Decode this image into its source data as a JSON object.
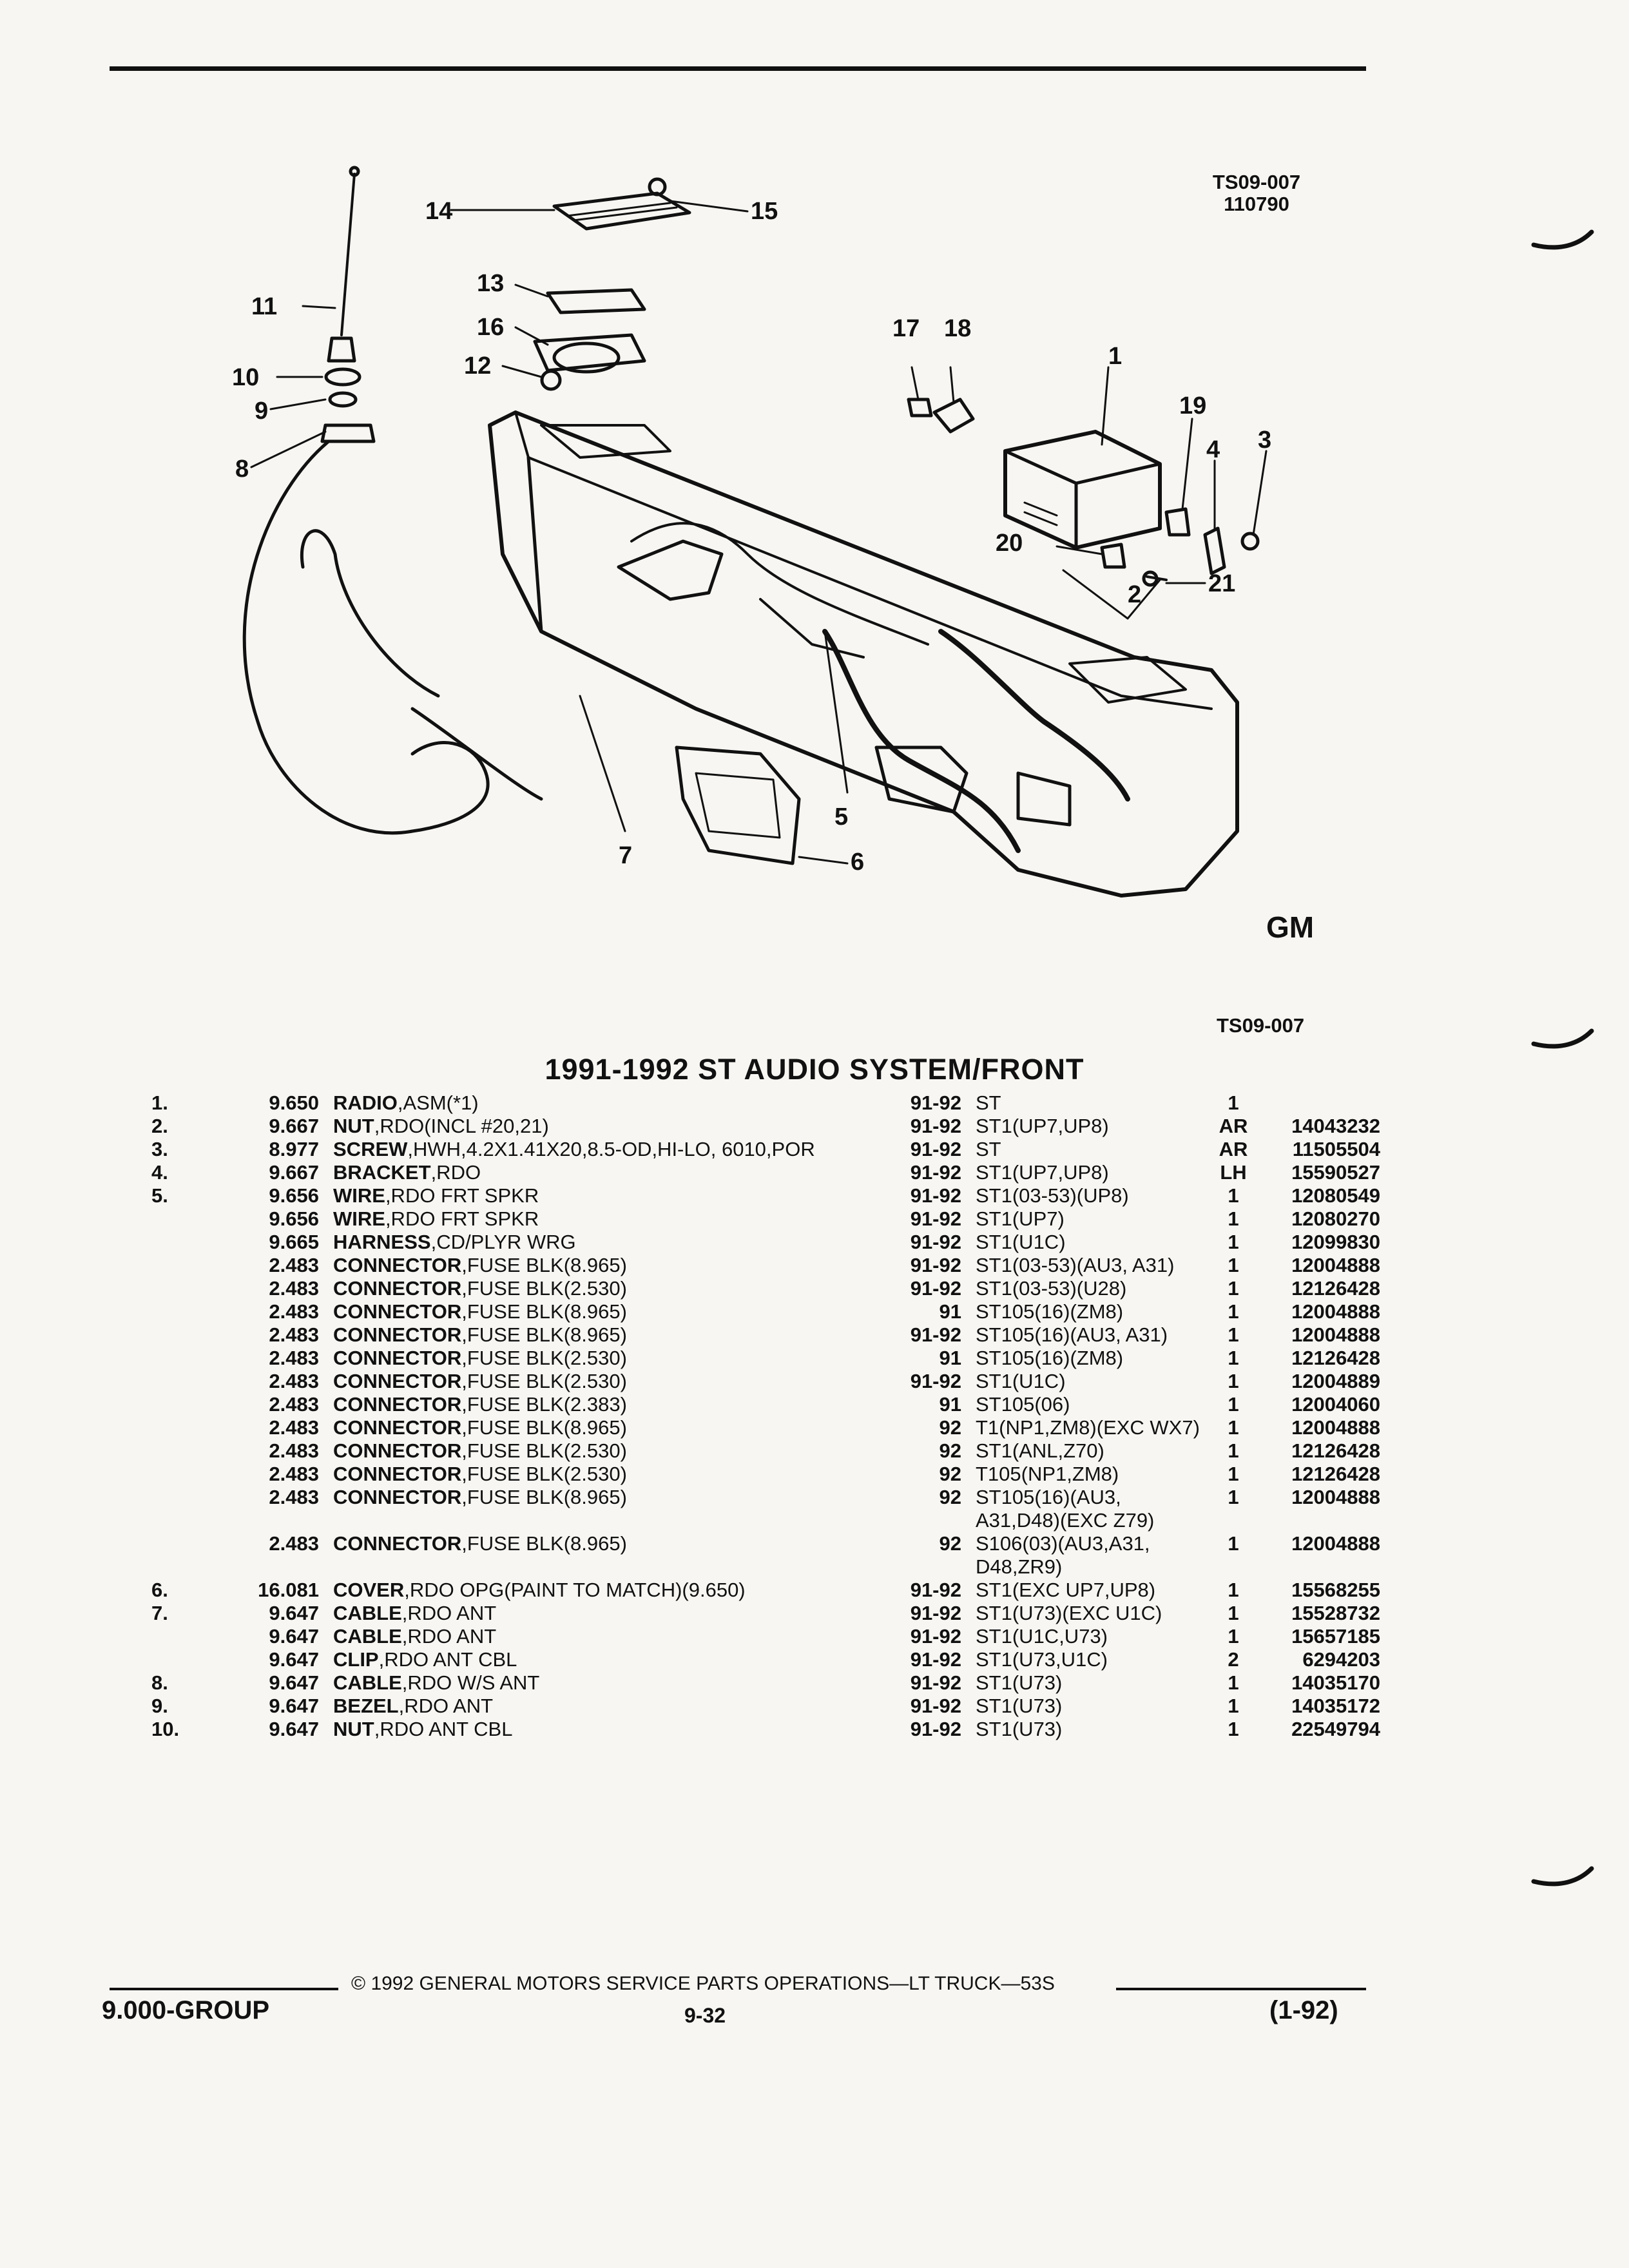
{
  "header": {
    "ref_code": "TS09-007",
    "ref_date": "110790"
  },
  "figure": {
    "caption": "TS09-007",
    "callouts": [
      "1",
      "2",
      "3",
      "4",
      "5",
      "6",
      "7",
      "8",
      "9",
      "10",
      "11",
      "12",
      "13",
      "14",
      "15",
      "16",
      "17",
      "18",
      "19",
      "20",
      "21"
    ],
    "trademark": "GM"
  },
  "title": "1991-1992 ST AUDIO SYSTEM/FRONT",
  "parts": [
    {
      "item": "1.",
      "group": "9.650",
      "name": "RADIO",
      "desc": ",ASM(*1)",
      "year": "91-92",
      "usage": "ST",
      "qty": "1",
      "pn": ""
    },
    {
      "item": "2.",
      "group": "9.667",
      "name": "NUT",
      "desc": ",RDO(INCL #20,21)",
      "year": "91-92",
      "usage": "ST1(UP7,UP8)",
      "qty": "AR",
      "pn": "14043232"
    },
    {
      "item": "3.",
      "group": "8.977",
      "name": "SCREW",
      "desc": ",HWH,4.2X1.41X20,8.5-OD,HI-LO, 6010,POR",
      "year": "91-92",
      "usage": "ST",
      "qty": "AR",
      "pn": "11505504"
    },
    {
      "item": "4.",
      "group": "9.667",
      "name": "BRACKET",
      "desc": ",RDO",
      "year": "91-92",
      "usage": "ST1(UP7,UP8)",
      "qty": "LH",
      "pn": "15590527"
    },
    {
      "item": "5.",
      "group": "9.656",
      "name": "WIRE",
      "desc": ",RDO FRT SPKR",
      "year": "91-92",
      "usage": "ST1(03-53)(UP8)",
      "qty": "1",
      "pn": "12080549"
    },
    {
      "item": "",
      "group": "9.656",
      "name": "WIRE",
      "desc": ",RDO FRT SPKR",
      "year": "91-92",
      "usage": "ST1(UP7)",
      "qty": "1",
      "pn": "12080270"
    },
    {
      "item": "",
      "group": "9.665",
      "name": "HARNESS",
      "desc": ",CD/PLYR WRG",
      "year": "91-92",
      "usage": "ST1(U1C)",
      "qty": "1",
      "pn": "12099830"
    },
    {
      "item": "",
      "group": "2.483",
      "name": "CONNECTOR",
      "desc": ",FUSE BLK(8.965)",
      "year": "91-92",
      "usage": "ST1(03-53)(AU3, A31)",
      "qty": "1",
      "pn": "12004888"
    },
    {
      "item": "",
      "group": "2.483",
      "name": "CONNECTOR",
      "desc": ",FUSE BLK(2.530)",
      "year": "91-92",
      "usage": "ST1(03-53)(U28)",
      "qty": "1",
      "pn": "12126428"
    },
    {
      "item": "",
      "group": "2.483",
      "name": "CONNECTOR",
      "desc": ",FUSE BLK(8.965)",
      "year": "91",
      "usage": "ST105(16)(ZM8)",
      "qty": "1",
      "pn": "12004888"
    },
    {
      "item": "",
      "group": "2.483",
      "name": "CONNECTOR",
      "desc": ",FUSE BLK(8.965)",
      "year": "91-92",
      "usage": "ST105(16)(AU3, A31)",
      "qty": "1",
      "pn": "12004888"
    },
    {
      "item": "",
      "group": "2.483",
      "name": "CONNECTOR",
      "desc": ",FUSE BLK(2.530)",
      "year": "91",
      "usage": "ST105(16)(ZM8)",
      "qty": "1",
      "pn": "12126428"
    },
    {
      "item": "",
      "group": "2.483",
      "name": "CONNECTOR",
      "desc": ",FUSE BLK(2.530)",
      "year": "91-92",
      "usage": "ST1(U1C)",
      "qty": "1",
      "pn": "12004889"
    },
    {
      "item": "",
      "group": "2.483",
      "name": "CONNECTOR",
      "desc": ",FUSE BLK(2.383)",
      "year": "91",
      "usage": "ST105(06)",
      "qty": "1",
      "pn": "12004060"
    },
    {
      "item": "",
      "group": "2.483",
      "name": "CONNECTOR",
      "desc": ",FUSE BLK(8.965)",
      "year": "92",
      "usage": "T1(NP1,ZM8)(EXC WX7)",
      "qty": "1",
      "pn": "12004888"
    },
    {
      "item": "",
      "group": "2.483",
      "name": "CONNECTOR",
      "desc": ",FUSE BLK(2.530)",
      "year": "92",
      "usage": "ST1(ANL,Z70)",
      "qty": "1",
      "pn": "12126428"
    },
    {
      "item": "",
      "group": "2.483",
      "name": "CONNECTOR",
      "desc": ",FUSE BLK(2.530)",
      "year": "92",
      "usage": "T105(NP1,ZM8)",
      "qty": "1",
      "pn": "12126428"
    },
    {
      "item": "",
      "group": "2.483",
      "name": "CONNECTOR",
      "desc": ",FUSE BLK(8.965)",
      "year": "92",
      "usage": "ST105(16)(AU3, A31,D48)(EXC Z79)",
      "qty": "1",
      "pn": "12004888"
    },
    {
      "item": "",
      "group": "2.483",
      "name": "CONNECTOR",
      "desc": ",FUSE BLK(8.965)",
      "year": "92",
      "usage": "S106(03)(AU3,A31, D48,ZR9)",
      "qty": "1",
      "pn": "12004888"
    },
    {
      "item": "6.",
      "group": "16.081",
      "name": "COVER",
      "desc": ",RDO OPG(PAINT TO MATCH)(9.650)",
      "year": "91-92",
      "usage": "ST1(EXC UP7,UP8)",
      "qty": "1",
      "pn": "15568255"
    },
    {
      "item": "7.",
      "group": "9.647",
      "name": "CABLE",
      "desc": ",RDO ANT",
      "year": "91-92",
      "usage": "ST1(U73)(EXC U1C)",
      "qty": "1",
      "pn": "15528732"
    },
    {
      "item": "",
      "group": "9.647",
      "name": "CABLE",
      "desc": ",RDO ANT",
      "year": "91-92",
      "usage": "ST1(U1C,U73)",
      "qty": "1",
      "pn": "15657185"
    },
    {
      "item": "",
      "group": "9.647",
      "name": "CLIP",
      "desc": ",RDO ANT CBL",
      "year": "91-92",
      "usage": "ST1(U73,U1C)",
      "qty": "2",
      "pn": "6294203"
    },
    {
      "item": "8.",
      "group": "9.647",
      "name": "CABLE",
      "desc": ",RDO W/S ANT",
      "year": "91-92",
      "usage": "ST1(U73)",
      "qty": "1",
      "pn": "14035170"
    },
    {
      "item": "9.",
      "group": "9.647",
      "name": "BEZEL",
      "desc": ",RDO ANT",
      "year": "91-92",
      "usage": "ST1(U73)",
      "qty": "1",
      "pn": "14035172"
    },
    {
      "item": "10.",
      "group": "9.647",
      "name": "NUT",
      "desc": ",RDO ANT CBL",
      "year": "91-92",
      "usage": "ST1(U73)",
      "qty": "1",
      "pn": "22549794"
    }
  ],
  "footer": {
    "copyright": "© 1992 GENERAL MOTORS SERVICE PARTS OPERATIONS—LT TRUCK—53S",
    "group": "9.000-GROUP",
    "page": "9-32",
    "date": "(1-92)"
  }
}
